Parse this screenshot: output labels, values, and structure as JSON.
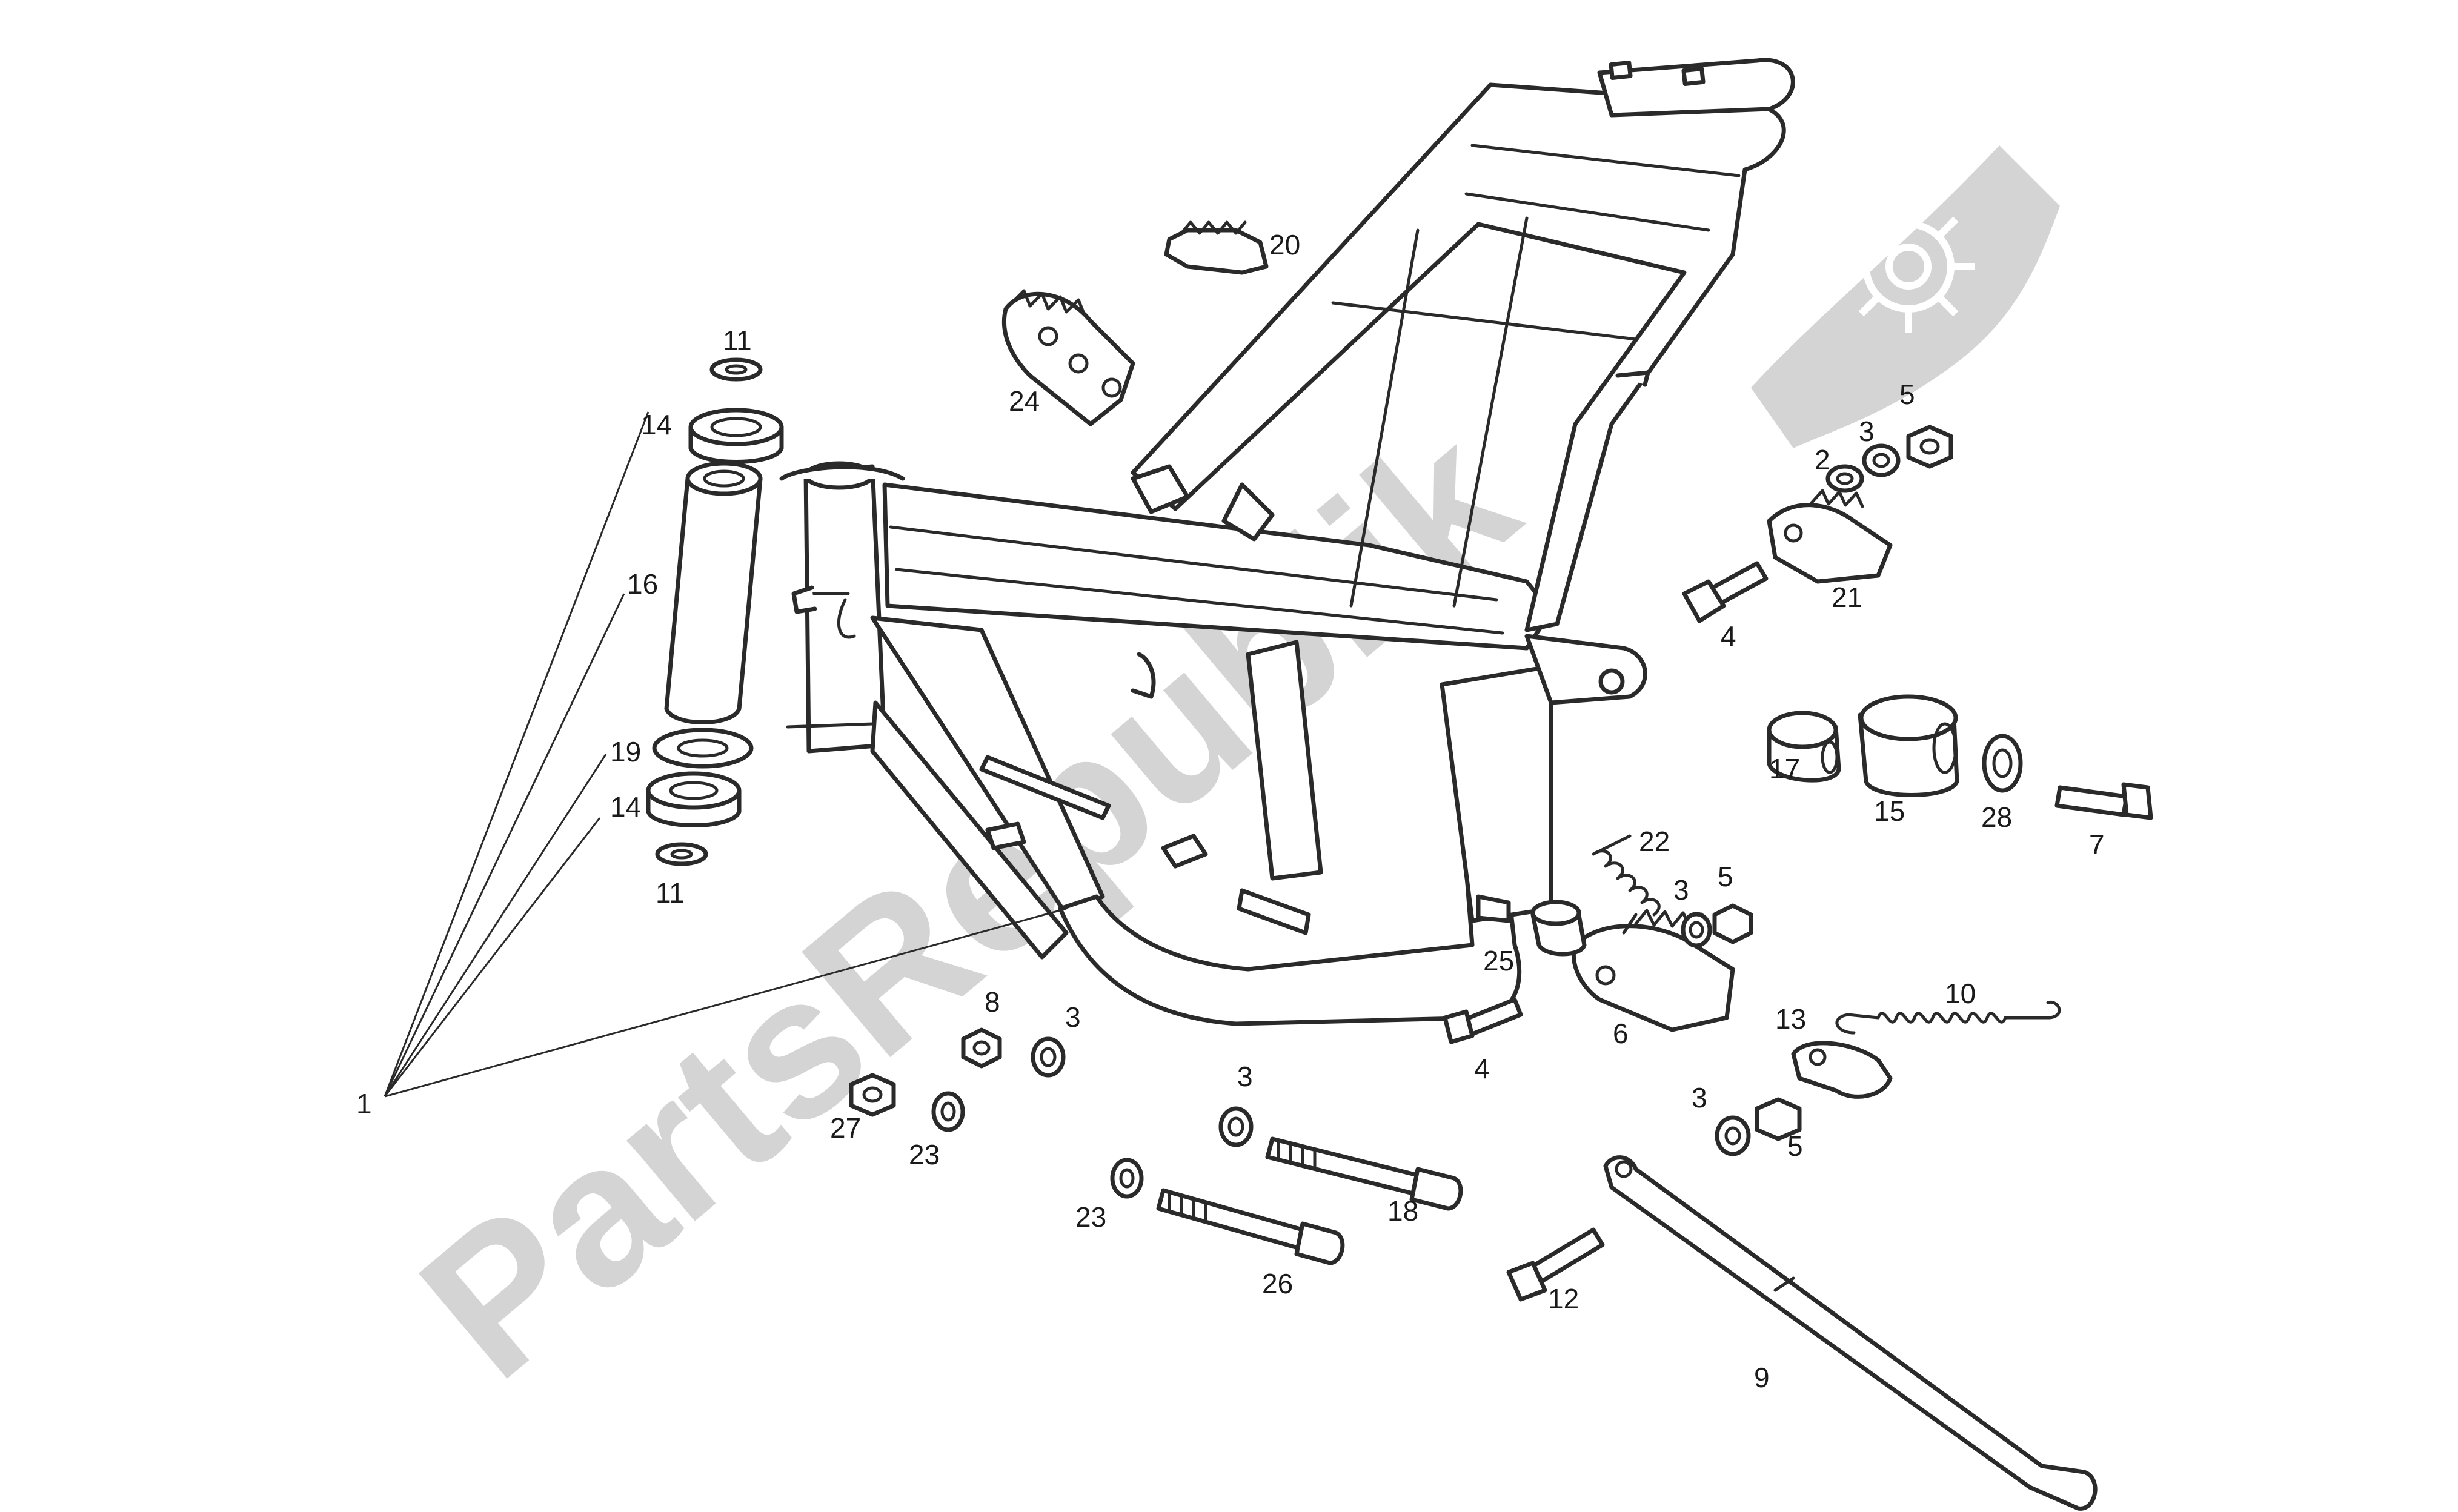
{
  "watermark": {
    "brand": "PartsRepublik",
    "logo": "flag-gear-icon",
    "color": "#d4d4d4"
  },
  "callouts": [
    "1",
    "2",
    "3",
    "3",
    "3",
    "3",
    "3",
    "4",
    "4",
    "5",
    "5",
    "5",
    "6",
    "7",
    "8",
    "9",
    "10",
    "11",
    "11",
    "12",
    "13",
    "14",
    "14",
    "15",
    "16",
    "17",
    "18",
    "19",
    "20",
    "21",
    "22",
    "23",
    "23",
    "24",
    "25",
    "26",
    "27",
    "28"
  ]
}
